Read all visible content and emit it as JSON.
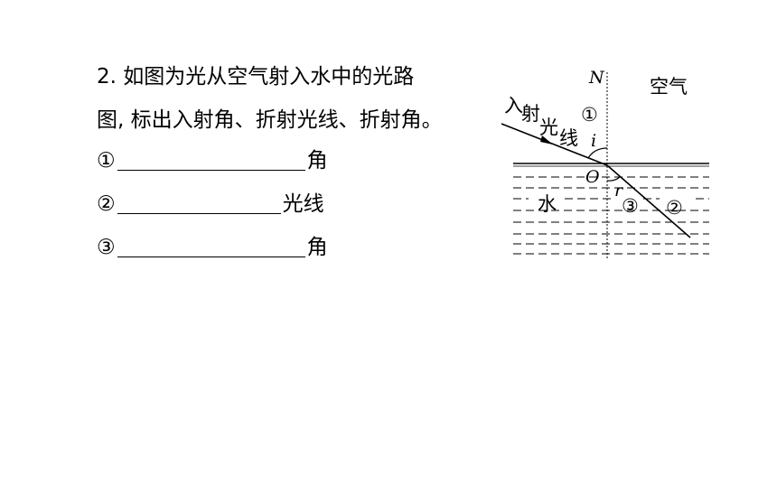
{
  "question": {
    "line1": "2. 如图为光从空气射入水中的光路",
    "line2": "图, 标出入射角、折射光线、折射角。"
  },
  "blanks": [
    {
      "marker": "①",
      "suffix": "角"
    },
    {
      "marker": "②",
      "suffix": "光线"
    },
    {
      "marker": "③",
      "suffix": "角"
    }
  ],
  "diagram": {
    "normal_label": "N",
    "air_label": "空气",
    "water_label": "水",
    "incident_label": [
      "入",
      "射",
      "光",
      "线"
    ],
    "point_label": "O",
    "angle_i": "i",
    "angle_r": "r",
    "mark1": "①",
    "mark2": "②",
    "mark3": "③"
  }
}
